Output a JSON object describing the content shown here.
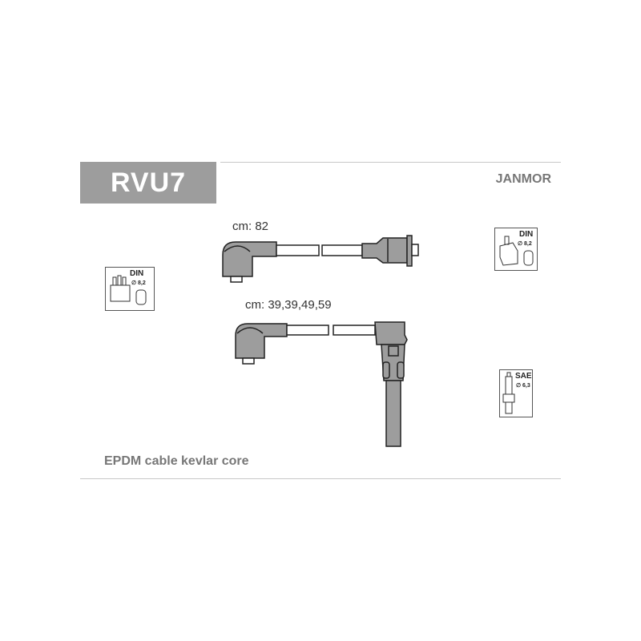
{
  "header": {
    "code": "RVU7",
    "brand": "JANMOR"
  },
  "cables": [
    {
      "length_label": "cm: 82"
    },
    {
      "length_label": "cm: 39,39,49,59"
    }
  ],
  "footer": {
    "description": "EPDM cable kevlar core"
  },
  "icons": {
    "distributor_left": {
      "standard": "DIN",
      "diameter": "∅ 8,2"
    },
    "coil_right": {
      "standard": "DIN",
      "diameter": "∅ 8,2"
    },
    "spark_plug": {
      "standard": "SAE",
      "diameter": "∅ 6,3"
    }
  },
  "colors": {
    "boot": "#9d9d9d",
    "cable": "#ffffff",
    "outline": "#222222"
  }
}
